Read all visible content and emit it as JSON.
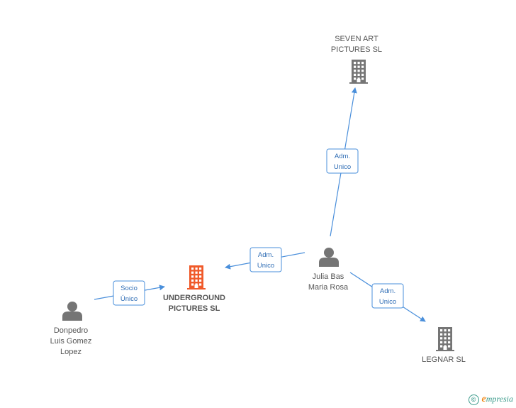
{
  "colors": {
    "edge": "#4a8fdb",
    "company": "#757575",
    "company_focus": "#f05a2a",
    "person": "#757575"
  },
  "nodes": [
    {
      "id": "seven-art",
      "type": "company",
      "icon": "building-icon",
      "lines": [
        "SEVEN ART",
        "PICTURES SL"
      ],
      "focus": false
    },
    {
      "id": "underground",
      "type": "company",
      "icon": "building-icon",
      "lines": [
        "UNDERGROUND",
        "PICTURES SL"
      ],
      "focus": true
    },
    {
      "id": "legnar",
      "type": "company",
      "icon": "building-icon",
      "lines": [
        "LEGNAR SL"
      ],
      "focus": false
    },
    {
      "id": "julia",
      "type": "person",
      "icon": "person-icon",
      "lines": [
        "Julia Bas",
        "Maria Rosa"
      ],
      "focus": false
    },
    {
      "id": "donpedro",
      "type": "person",
      "icon": "person-icon",
      "lines": [
        "Donpedro",
        "Luis Gomez",
        "Lopez"
      ],
      "focus": false
    }
  ],
  "edges": [
    {
      "from": "julia",
      "to": "seven-art",
      "label": [
        "Adm.",
        "Unico"
      ]
    },
    {
      "from": "julia",
      "to": "underground",
      "label": [
        "Adm.",
        "Unico"
      ]
    },
    {
      "from": "julia",
      "to": "legnar",
      "label": [
        "Adm.",
        "Unico"
      ]
    },
    {
      "from": "donpedro",
      "to": "underground",
      "label": [
        "Socio",
        "Único"
      ]
    }
  ],
  "footer": {
    "copyright_symbol": "©",
    "brand_initial": "e",
    "brand_rest": "mpresia"
  }
}
